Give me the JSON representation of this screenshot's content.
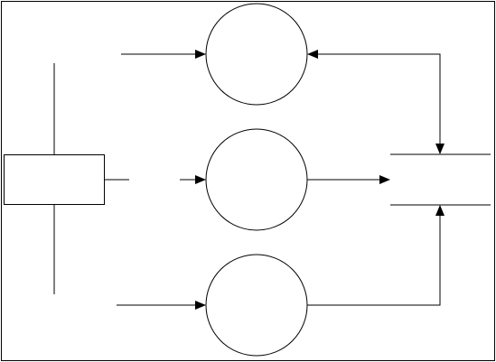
{
  "diagram": {
    "type": "data-flow-diagram",
    "background_color": "#ffffff",
    "stroke_color": "#000000",
    "nodes": [
      {
        "id": "external-entity",
        "shape": "rectangle",
        "label": ""
      },
      {
        "id": "process-1",
        "shape": "circle",
        "label": ""
      },
      {
        "id": "process-2",
        "shape": "circle",
        "label": ""
      },
      {
        "id": "process-3",
        "shape": "circle",
        "label": ""
      },
      {
        "id": "data-store",
        "shape": "open-rectangle",
        "label": ""
      }
    ],
    "flows": [
      {
        "from": "",
        "to": "process-1",
        "label": ""
      },
      {
        "from": "external-entity",
        "to": "process-2",
        "label": ""
      },
      {
        "from": "",
        "to": "process-3",
        "label": ""
      },
      {
        "from": "process-2",
        "to": "data-store",
        "label": ""
      },
      {
        "from": "process-3",
        "to": "data-store",
        "label": ""
      },
      {
        "from": "data-store",
        "to": "process-1",
        "label": "",
        "bidirectional": true
      }
    ]
  }
}
